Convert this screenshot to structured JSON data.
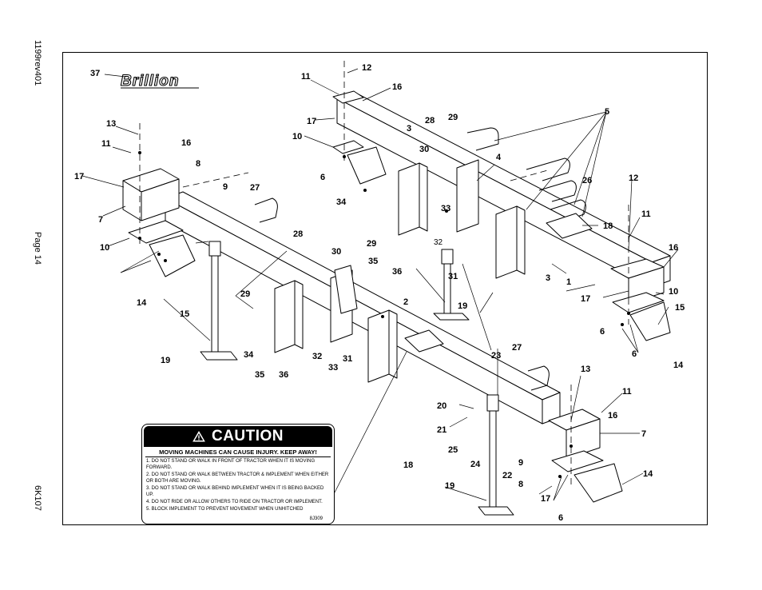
{
  "margin": {
    "doc_id": "1199rev401",
    "page": "Page 14",
    "part_no": "6K107"
  },
  "brand": {
    "logo_text": "Brillion"
  },
  "callouts": [
    "37",
    "11",
    "12",
    "16",
    "17",
    "10",
    "3",
    "28",
    "29",
    "30",
    "4",
    "5",
    "6",
    "26",
    "12",
    "11",
    "18",
    "34",
    "33",
    "32",
    "16",
    "13",
    "11",
    "16",
    "8",
    "17",
    "9",
    "27",
    "7",
    "10",
    "28",
    "29",
    "35",
    "36",
    "31",
    "3",
    "1",
    "10",
    "15",
    "6",
    "14",
    "15",
    "19",
    "2",
    "17",
    "6",
    "14",
    "29",
    "30",
    "34",
    "35",
    "36",
    "32",
    "33",
    "31",
    "19",
    "23",
    "27",
    "13",
    "11",
    "16",
    "7",
    "20",
    "21",
    "25",
    "24",
    "9",
    "22",
    "8",
    "14",
    "17",
    "6",
    "18",
    "19"
  ],
  "caution": {
    "title": "CAUTION",
    "subtitle": "MOVING MACHINES CAN CAUSE INJURY.   KEEP AWAY!",
    "rules": [
      "1.   DO NOT STAND OR WALK IN FRONT OF TRACTOR WHEN IT IS MOVING FORWARD.",
      "2.   DO NOT STAND OR WALK BETWEEN TRACTOR & IMPLEMENT WHEN EITHER OR BOTH ARE MOVING.",
      "3.   DO NOT STAND OR WALK BEHIND IMPLEMENT WHEN IT IS BEING BACKED UP.",
      "4.   DO NOT RIDE OR ALLOW OTHERS TO RIDE ON TRACTOR OR IMPLEMENT.",
      "5.   BLOCK IMPLEMENT TO PREVENT MOVEMENT WHEN UNHITCHED"
    ],
    "code": "8J309"
  }
}
